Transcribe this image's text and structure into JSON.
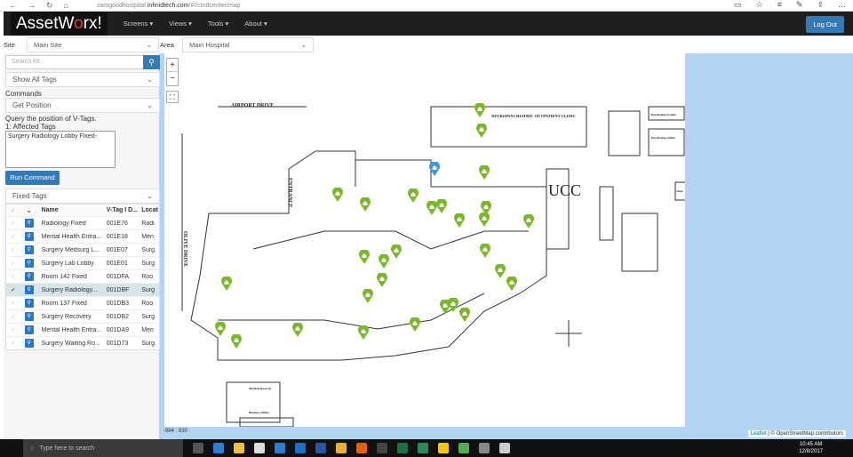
{
  "browser": {
    "url_pre": "samgoodhostpital.",
    "url_domain": "infinidtech.com",
    "url_post": "/#!/cmdcenter/map"
  },
  "app": {
    "logo_pre": "AssetW",
    "logo_o": "o",
    "logo_post": "rx!",
    "menu": [
      "Screens",
      "Views",
      "Tools",
      "About"
    ],
    "logout": "Log Out"
  },
  "filters": {
    "site_label": "Site",
    "site_value": "Main Site",
    "area_label": "Area",
    "area_value": "Main Hospital"
  },
  "left": {
    "search_placeholder": "Search for...",
    "tag_filter": "Show All Tags",
    "commands_label": "Commands",
    "command": "Get Position",
    "command_desc": "Query the position of V-Tags.",
    "affected_label": "1: Affected Tags",
    "affected_value": "Surgery Radiology Lobby Fixed-",
    "run": "Run Command",
    "tag_type": "Fixed Tags"
  },
  "grid": {
    "headers": [
      "Name",
      "V-Tag I D...",
      "Locat"
    ],
    "rows": [
      {
        "name": "Radiology Fixed",
        "id": "001E76",
        "loc": "Radi",
        "checked": false
      },
      {
        "name": "Mental Health Entra...",
        "id": "001E18",
        "loc": "Men",
        "checked": false
      },
      {
        "name": "Surgery Medsurg L...",
        "id": "001E07",
        "loc": "Surg",
        "checked": false
      },
      {
        "name": "Surgery Lab Lobby",
        "id": "001E01",
        "loc": "Surg",
        "checked": false
      },
      {
        "name": "Room 142 Fixed",
        "id": "001DFA",
        "loc": "Roo",
        "checked": false
      },
      {
        "name": "Surgery Radiology...",
        "id": "001DBF",
        "loc": "Surg",
        "checked": true
      },
      {
        "name": "Room 137 Fixed",
        "id": "001DB3",
        "loc": "Roo",
        "checked": false
      },
      {
        "name": "Surgery Recovery",
        "id": "001DB2",
        "loc": "Surg",
        "checked": false
      },
      {
        "name": "Mental Health Entra...",
        "id": "001DA9",
        "loc": "Men",
        "checked": false
      },
      {
        "name": "Surgery Waiting Ro...",
        "id": "001D73",
        "loc": "Surg",
        "checked": false
      }
    ]
  },
  "map": {
    "coords": "-984 : 830",
    "labels": [
      "AIRPORT DRIVE",
      "ENTRANCE",
      "OLIVE DRIVE",
      "UCC",
      "NEUROPSYCHIATRIC OUTPATIENT CLINIC",
      "Purchasing Trailer",
      "Purchasing Office",
      "Shop",
      "Medical Records",
      "Business Office"
    ],
    "attribution_leaflet": "Leaflet",
    "attribution_rest": " | © OpenStreetMap contributors",
    "marker_colors": {
      "fixed": "#7ab829",
      "selected": "#3a9ad9"
    }
  },
  "taskbar": {
    "search": "Type here to search",
    "time": "10:45 AM",
    "date": "12/8/2017"
  }
}
